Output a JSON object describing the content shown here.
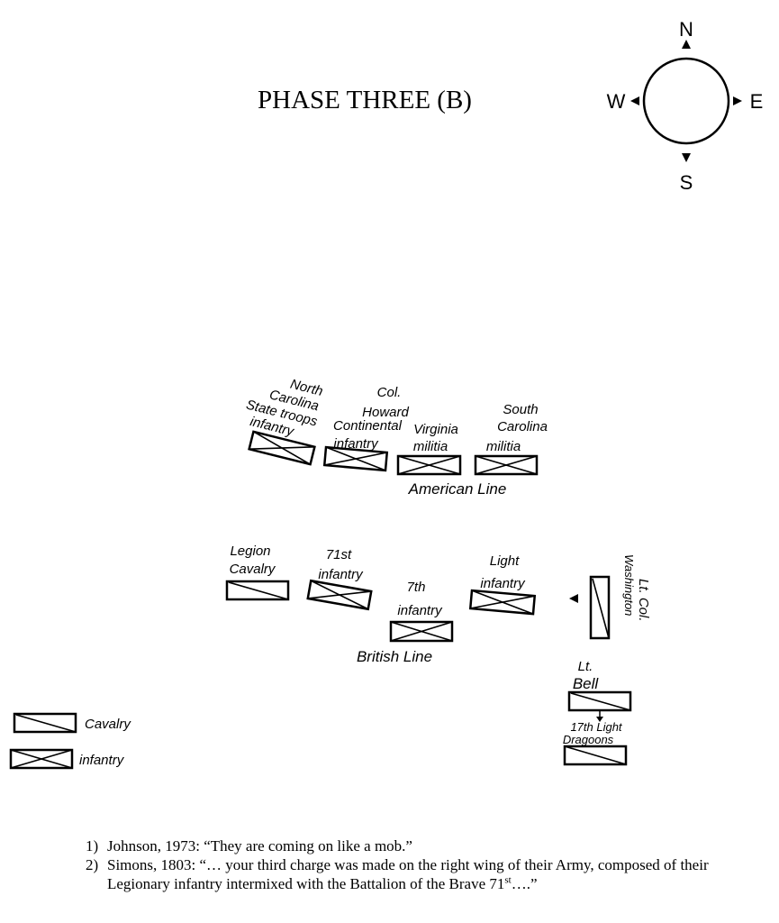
{
  "title": "PHASE THREE (B)",
  "compass": {
    "n": "N",
    "s": "S",
    "e": "E",
    "w": "W"
  },
  "american": {
    "commander": "Col. Howard",
    "line_label": "American Line",
    "units": [
      {
        "label": [
          "North",
          "Carolina",
          "State troops",
          "infantry"
        ],
        "type": "infantry"
      },
      {
        "label": [
          "Continental",
          "infantry"
        ],
        "type": "infantry"
      },
      {
        "label": [
          "Virginia",
          "militia"
        ],
        "type": "infantry"
      },
      {
        "label": [
          "South",
          "Carolina",
          "militia"
        ],
        "type": "infantry"
      }
    ]
  },
  "british": {
    "line_label": "British Line",
    "units": [
      {
        "label": [
          "Legion",
          "Cavalry"
        ],
        "type": "cavalry"
      },
      {
        "label": [
          "71st",
          "infantry"
        ],
        "type": "infantry"
      },
      {
        "label": [
          "7th",
          "infantry"
        ],
        "type": "infantry"
      },
      {
        "label": [
          "Light",
          "infantry"
        ],
        "type": "infantry"
      },
      {
        "label": [
          "17th Light",
          "Dragoons"
        ],
        "type": "cavalry"
      }
    ]
  },
  "washington": {
    "label": [
      "Lt. Col.",
      "Washington"
    ],
    "type": "cavalry"
  },
  "bell": {
    "label": [
      "Lt.",
      "Bell"
    ],
    "type": "cavalry"
  },
  "legend": {
    "cavalry": "Cavalry",
    "infantry": "infantry"
  },
  "notes": [
    {
      "num": "1)",
      "text": "Johnson, 1973: “They are coming on like a mob.”"
    },
    {
      "num": "2)",
      "text": "Simons, 1803: “… your third charge was made on the right wing of their Army, composed of their Legionary infantry intermixed with the Battalion of the Brave 71",
      "sup": "st",
      "tail": "….”"
    }
  ]
}
